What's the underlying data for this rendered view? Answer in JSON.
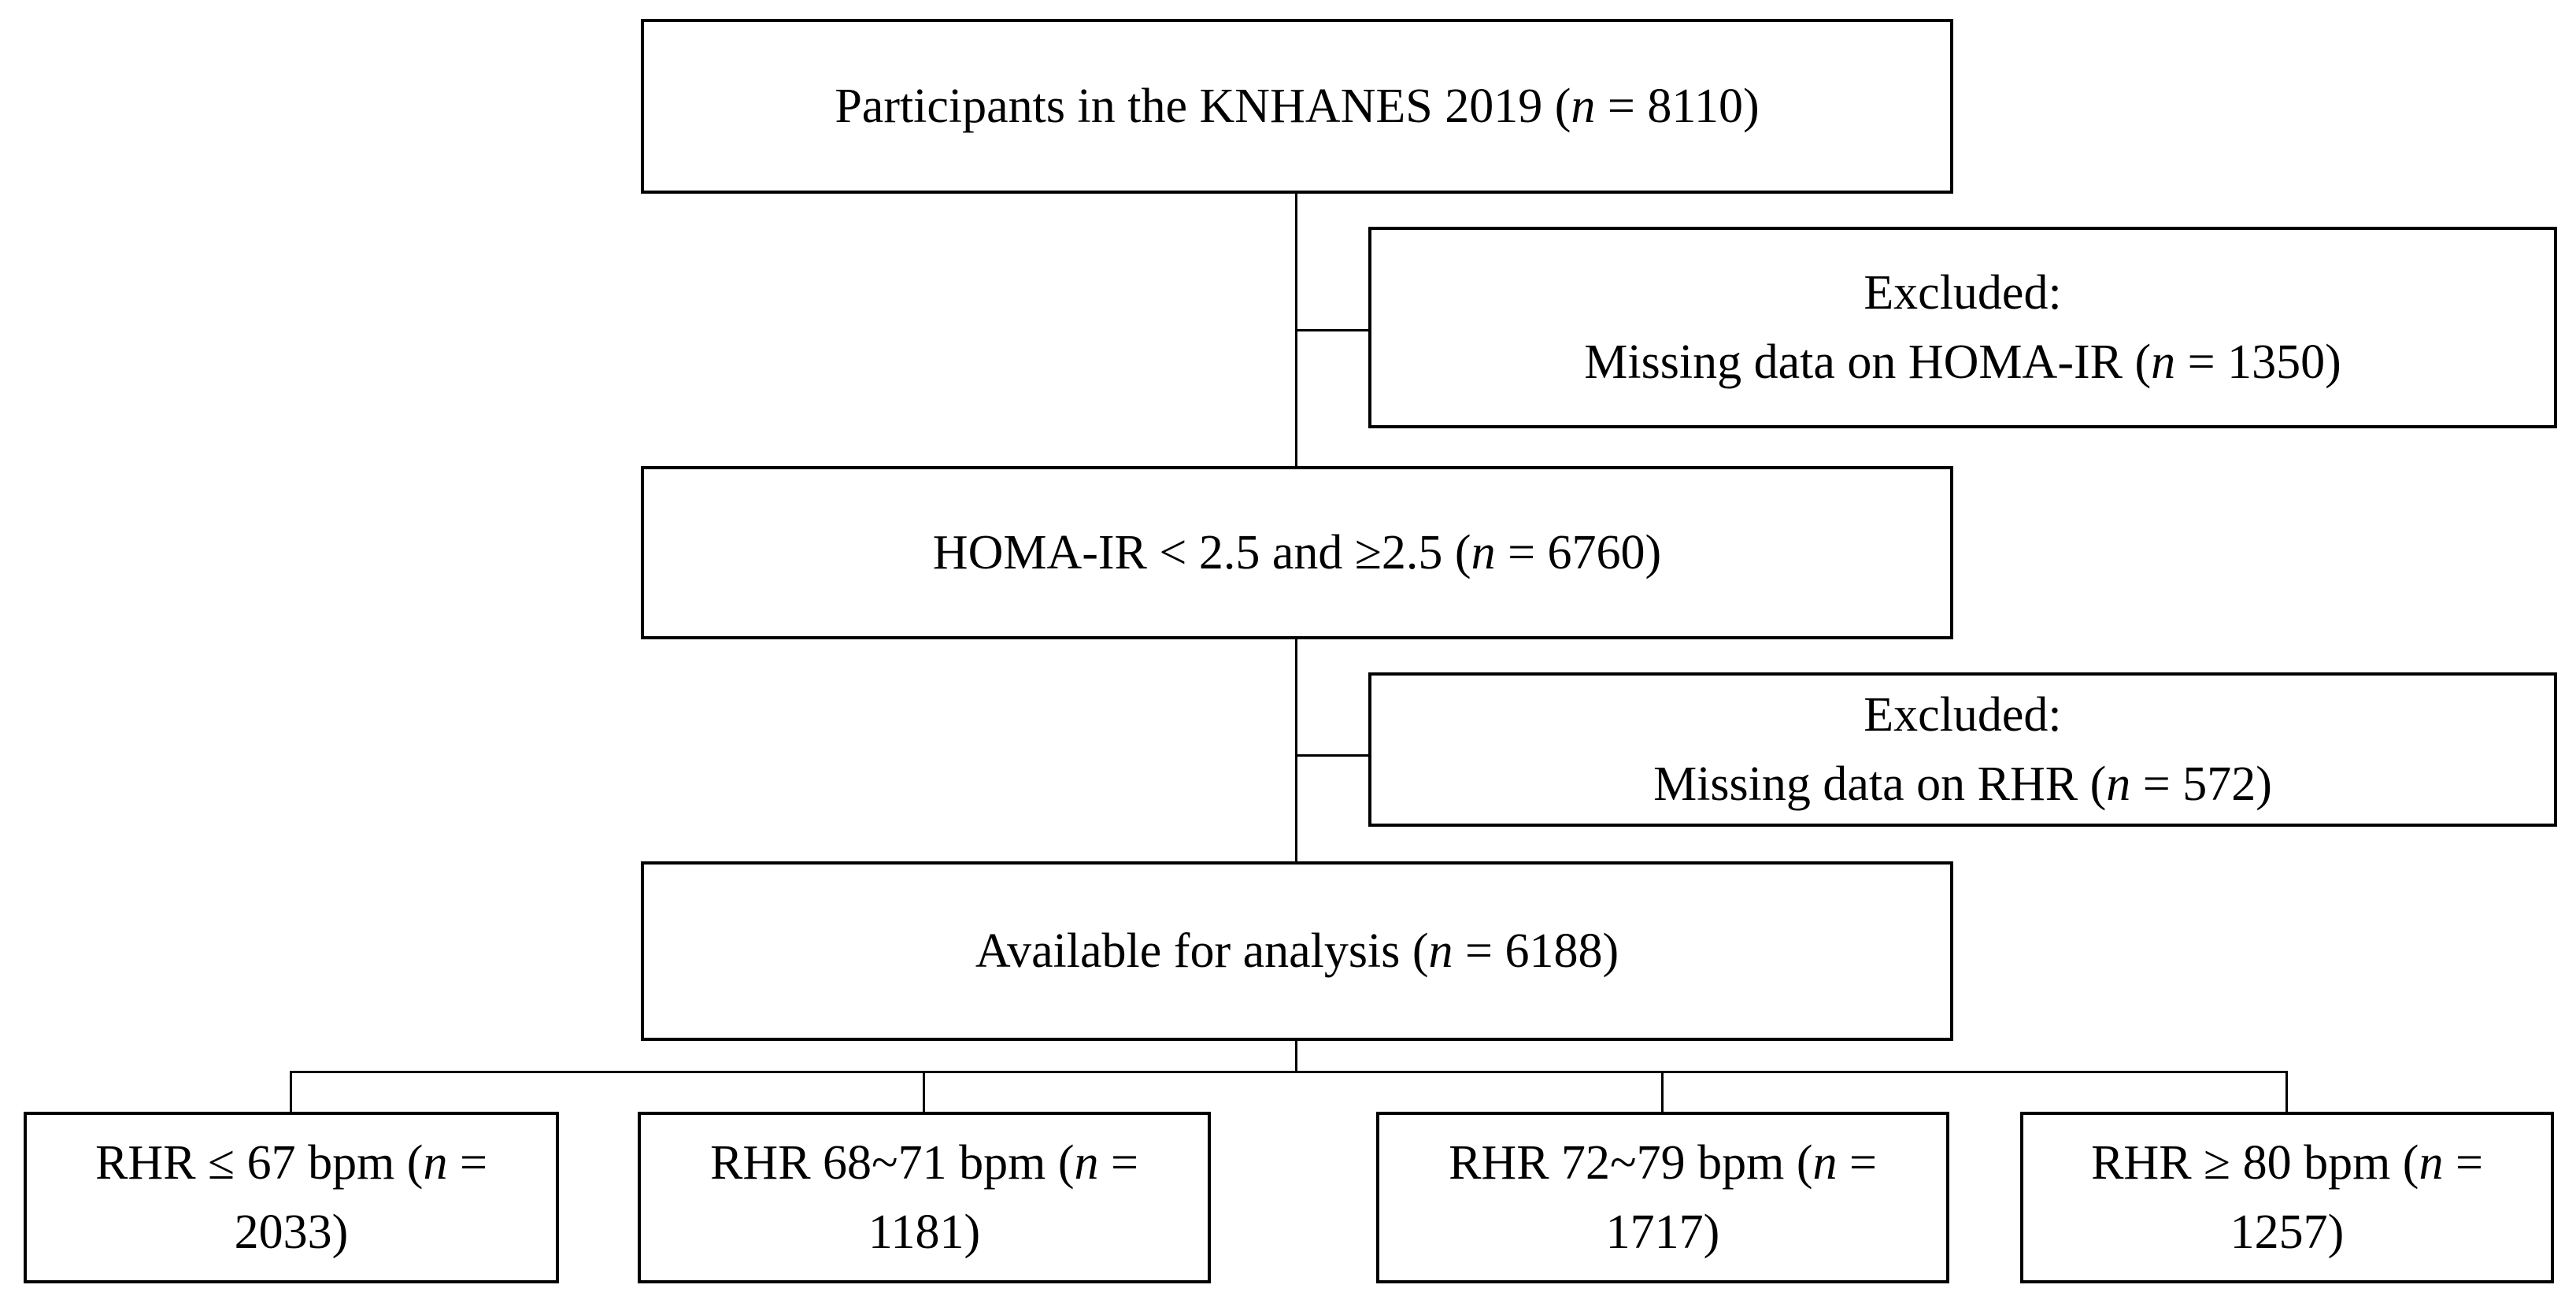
{
  "figure": {
    "kind": "participant-flow-diagram",
    "colors": {
      "line": "#000000",
      "background": "#ffffff",
      "text": "#000000"
    }
  },
  "nodes": {
    "participants": {
      "segments": [
        {
          "t": "Participants in the KNHANES 2019 ("
        },
        {
          "t": "n",
          "i": true
        },
        {
          "t": " = 8110)"
        }
      ]
    },
    "excluded_homa_ir": {
      "segments": [
        {
          "t": "Excluded:"
        },
        {
          "br": true
        },
        {
          "t": "Missing data on HOMA-IR ("
        },
        {
          "t": "n",
          "i": true
        },
        {
          "t": " = 1350)"
        }
      ]
    },
    "homa_ir_groups": {
      "segments": [
        {
          "t": "HOMA-IR < 2.5 and ≥2.5 ("
        },
        {
          "t": "n",
          "i": true
        },
        {
          "t": " = 6760)"
        }
      ]
    },
    "excluded_rhr": {
      "segments": [
        {
          "t": "Excluded:"
        },
        {
          "br": true
        },
        {
          "t": "Missing data on RHR ("
        },
        {
          "t": "n",
          "i": true
        },
        {
          "t": " = 572)"
        }
      ]
    },
    "available_for_analysis": {
      "segments": [
        {
          "t": "Available for analysis ("
        },
        {
          "t": "n",
          "i": true
        },
        {
          "t": " = 6188)"
        }
      ]
    },
    "rhr_le_67": {
      "segments": [
        {
          "t": "RHR ≤ 67 bpm ("
        },
        {
          "t": "n",
          "i": true
        },
        {
          "t": " ="
        },
        {
          "br": true
        },
        {
          "t": "2033)"
        }
      ]
    },
    "rhr_68_71": {
      "segments": [
        {
          "t": "RHR 68~71 bpm ("
        },
        {
          "t": "n",
          "i": true
        },
        {
          "t": " ="
        },
        {
          "br": true
        },
        {
          "t": "1181)"
        }
      ]
    },
    "rhr_72_79": {
      "segments": [
        {
          "t": "RHR 72~79 bpm ("
        },
        {
          "t": "n",
          "i": true
        },
        {
          "t": " ="
        },
        {
          "br": true
        },
        {
          "t": "1717)"
        }
      ]
    },
    "rhr_ge_80": {
      "segments": [
        {
          "t": "RHR ≥ 80 bpm ("
        },
        {
          "t": "n",
          "i": true
        },
        {
          "t": " ="
        },
        {
          "br": true
        },
        {
          "t": "1257)"
        }
      ]
    }
  }
}
